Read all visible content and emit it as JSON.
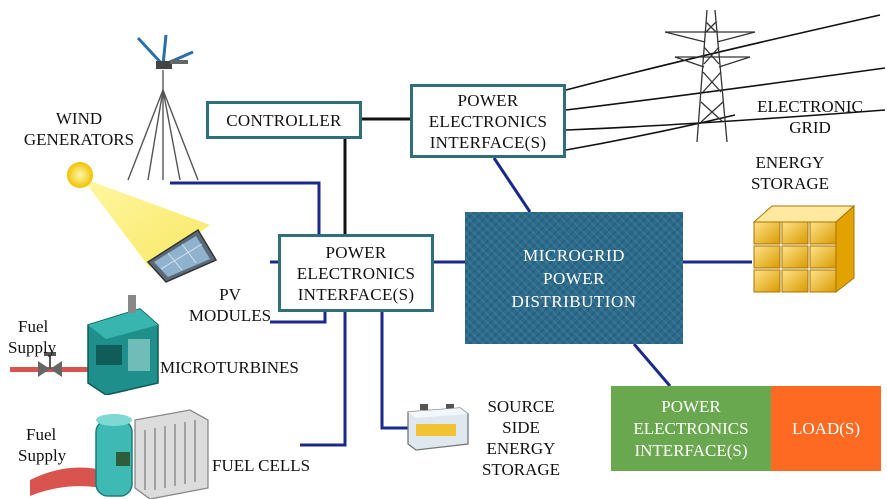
{
  "controller": {
    "label": "CONTROLLER"
  },
  "pe_top": {
    "lines": [
      "POWER",
      "ELECTRONICS",
      "INTERFACE(S)"
    ]
  },
  "pe_mid": {
    "lines": [
      "POWER",
      "ELECTRONICS",
      "INTERFACE(S)"
    ]
  },
  "pe_load": {
    "lines": [
      "POWER",
      "ELECTRONICS",
      "INTERFACE(S)"
    ]
  },
  "microgrid": {
    "lines": [
      "MICROGRID",
      "POWER",
      "DISTRIBUTION"
    ]
  },
  "load": {
    "label": "LOAD(S)"
  },
  "sources": {
    "wind": [
      "WIND",
      "GENERATORS"
    ],
    "pv": [
      "PV",
      "MODULES"
    ],
    "microturbines": "MICROTURBINES",
    "fuel_cells": "FUEL CELLS",
    "fuel_supply_1": [
      "Fuel",
      "Supply"
    ],
    "fuel_supply_2": [
      "Fuel",
      "Supply"
    ]
  },
  "grid": {
    "lines": [
      "ELECTRONIC",
      "GRID"
    ]
  },
  "energy_storage": {
    "lines": [
      "ENERGY",
      "STORAGE"
    ]
  },
  "source_storage": {
    "lines": [
      "SOURCE",
      "SIDE",
      "ENERGY",
      "STORAGE"
    ]
  },
  "colors": {
    "wire_blue": "#1a2a8c",
    "wire_black": "#111111",
    "box_border": "#2f6f7a",
    "microgrid": "#2b6b8c",
    "pe_load": "#6aa84f",
    "load": "#ff6a22"
  },
  "icons": [
    "wind-turbine-icon",
    "sun-icon",
    "pv-panel-icon",
    "microturbine-icon",
    "fuel-cell-icon",
    "battery-icon",
    "energy-storage-icon",
    "transmission-tower-icon",
    "valve-icon",
    "pipe-icon"
  ]
}
